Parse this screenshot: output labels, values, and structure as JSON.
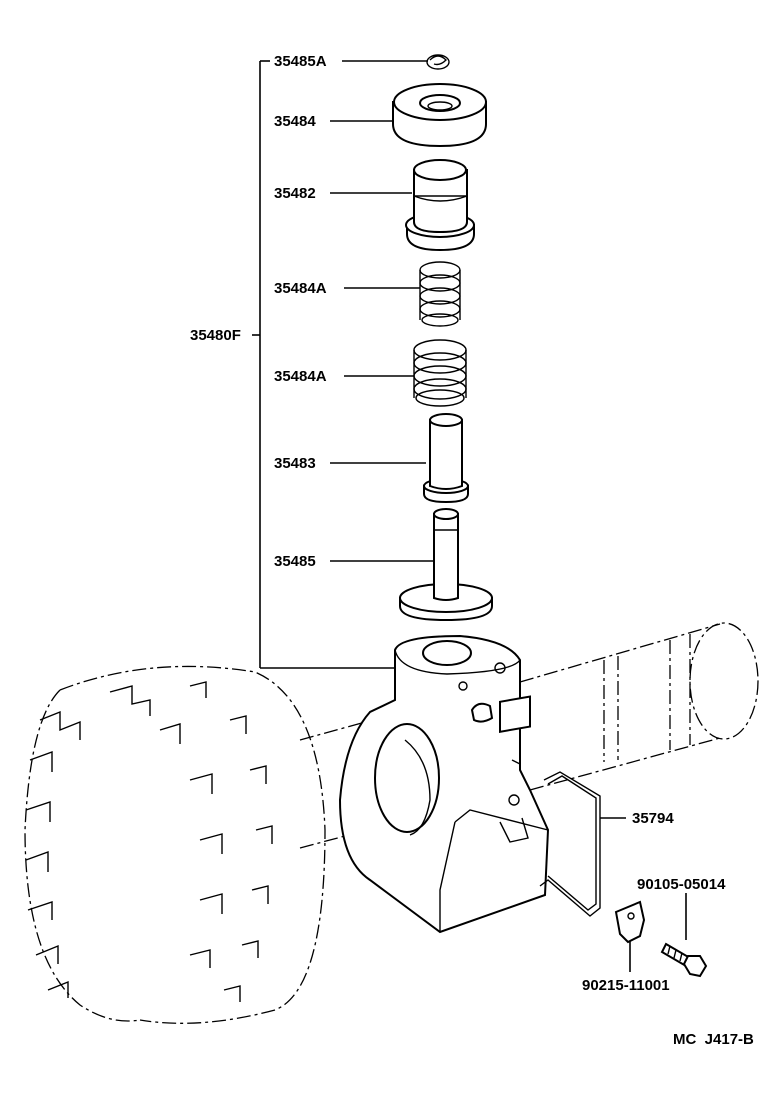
{
  "callouts": {
    "c35485A": "35485A",
    "c35484": "35484",
    "c35482": "35482",
    "c35484A_1": "35484A",
    "c35480F": "35480F",
    "c35484A_2": "35484A",
    "c35483": "35483",
    "c35485": "35485",
    "c35794": "35794",
    "c90105": "90105-05014",
    "c90215": "90215-11001"
  },
  "figure_code": "MC  J417-B"
}
